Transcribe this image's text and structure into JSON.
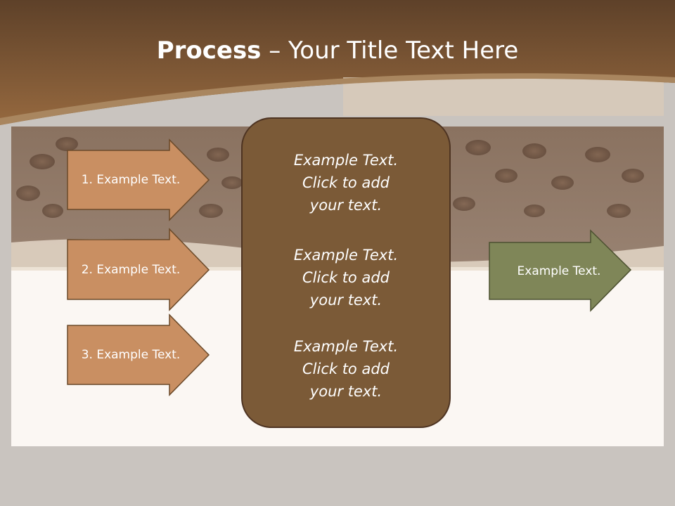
{
  "slide": {
    "title_bold": "Process",
    "title_rest": " – Your Title Text Here",
    "left_arrows": [
      {
        "label": "1. Example Text."
      },
      {
        "label": "2. Example Text."
      },
      {
        "label": "3. Example Text."
      }
    ],
    "center_box": {
      "blocks": [
        {
          "line1": "Example Text.",
          "line2": "Click  to add",
          "line3": "your text."
        },
        {
          "line1": "Example Text.",
          "line2": "Click  to add",
          "line3": "your text."
        },
        {
          "line1": "Example Text.",
          "line2": "Click  to add",
          "line3": "your text."
        }
      ]
    },
    "right_arrow": {
      "label": "Example Text."
    }
  },
  "colors": {
    "header_brown": "#7a5a3a",
    "left_arrow_fill": "#c98f62",
    "center_box_fill": "#7b5a37",
    "right_arrow_fill": "#7f8658",
    "outline": "#6b4a2a"
  }
}
